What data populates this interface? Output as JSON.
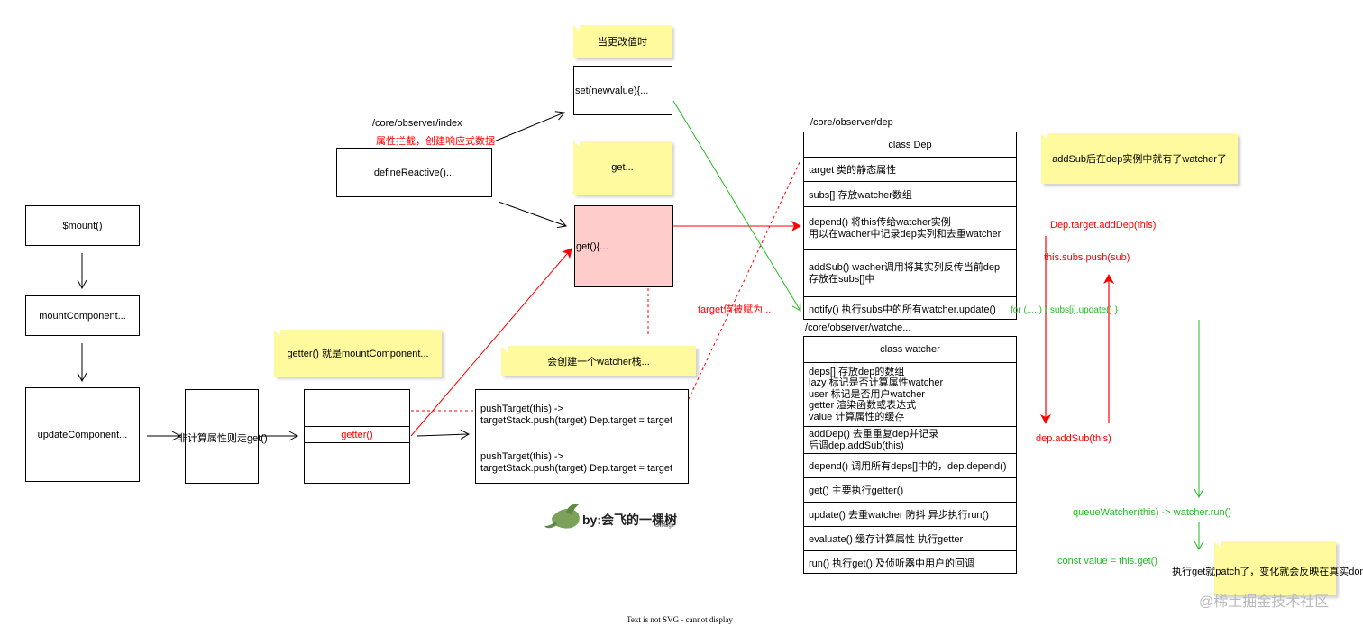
{
  "left": {
    "mount": "$mount()",
    "mount_component": "mountComponent...",
    "update_component": "updateComponent...",
    "compute_branch": "非计算属性则走get()",
    "getter_label": "getter()"
  },
  "observer": {
    "path": "/core/observer/index",
    "intercept_note": "属性拦截，创建响应式数据",
    "define_reactive": "defineReactive()...",
    "set_fn": "set(newvalue){...",
    "get_fn": "get(){..."
  },
  "notes": {
    "on_change": "当更改值时",
    "get": "get...",
    "getter_is_mount": "getter() 就是mountComponent...",
    "watcher_stack": "会创建一个watcher栈...",
    "add_sub": "addSub后在dep实例中就有了watcher了",
    "patch": "执行get就patch了，变化就会反映在真实dom"
  },
  "stack_box": {
    "entry1": "pushTarget(this) ->\ntargetStack.push(target)  Dep.target = target",
    "entry2": "pushTarget(this) ->\ntargetStack.push(target)  Dep.target = target"
  },
  "target_assigned": "target值被赋为...",
  "dep": {
    "path": "/core/observer/dep",
    "title": "class Dep",
    "rows": [
      "target 类的静态属性",
      "subs[]  存放watcher数组",
      "depend()  将this传给watcher实例\n用以在wacher中记录dep实列和去重watcher",
      "addSub()  wacher调用将其实列反传当前dep\n存放在subs[]中",
      "notify() 执行subs中的所有watcher.update()"
    ]
  },
  "watcher": {
    "path": "/core/observer/watche...",
    "title": "class watcher",
    "rows": [
      "deps[] 存放dep的数组\nlazy 标记是否计算属性watcher\nuser 标记是否用户watcher\ngetter 渲染函数或表达式\nvalue 计算属性的缓存",
      "addDep() 去重重复dep并记录\n后调dep.addSub(this)",
      "depend()  调用所有deps[]中的，dep.depend()",
      "get()  主要执行getter()",
      "update()  去重watcher 防抖 异步执行run()",
      "evaluate()  缓存计算属性  执行getter",
      "run()  执行get() 及侦听器中用户的回调"
    ]
  },
  "flow": {
    "dep_target_add_dep": "Dep.target.addDep(this)",
    "this_subs_push": "this.subs.push(sub)",
    "dep_add_sub": "dep.addSub(this)",
    "for_loop": "for (.....) {  subs[i].update()  }",
    "queue_watcher": "queueWatcher(this) -> watcher.run()",
    "const_value": "const value = this.get()"
  },
  "branding": {
    "by": "by:会飞的一棵树",
    "cnblogs": "cnblogs",
    "watermark": "@稀土掘金技术社区",
    "svg_notice": "Text is not SVG - cannot display"
  },
  "colors": {
    "red": "#ff0000",
    "green": "#22bb22",
    "note_yellow": "#fffa9e",
    "get_box_pink": "#ffcccc"
  }
}
